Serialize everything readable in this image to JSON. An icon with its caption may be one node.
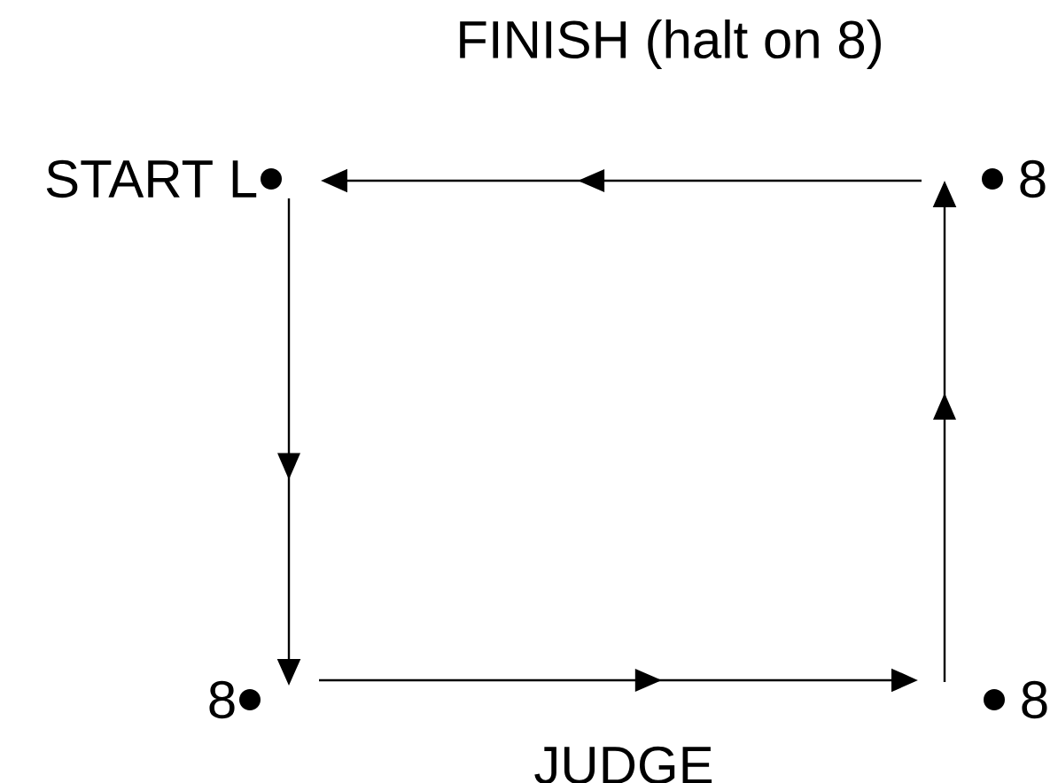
{
  "diagram": {
    "nodes": [
      {
        "text": [],
        "shape": "circle",
        "beside": [
          "START L"
        ]
      },
      {
        "text": [],
        "shape": "circle",
        "beside": [
          "8"
        ]
      },
      {
        "text": [],
        "shape": "circle",
        "beside": [
          "8"
        ]
      },
      {
        "text": [],
        "shape": "circle",
        "beside": [
          "8"
        ]
      }
    ],
    "edges": [
      {
        "from": 0,
        "to": 1,
        "arrow": "to"
      },
      {
        "from": 1,
        "to": 2,
        "arrow": "to"
      },
      {
        "from": 2,
        "to": 3,
        "arrow": "to"
      },
      {
        "from": 3,
        "to": 0,
        "arrow": "to"
      }
    ],
    "labels": [
      "FINISH (halt on 8)",
      "JUDGE"
    ]
  }
}
